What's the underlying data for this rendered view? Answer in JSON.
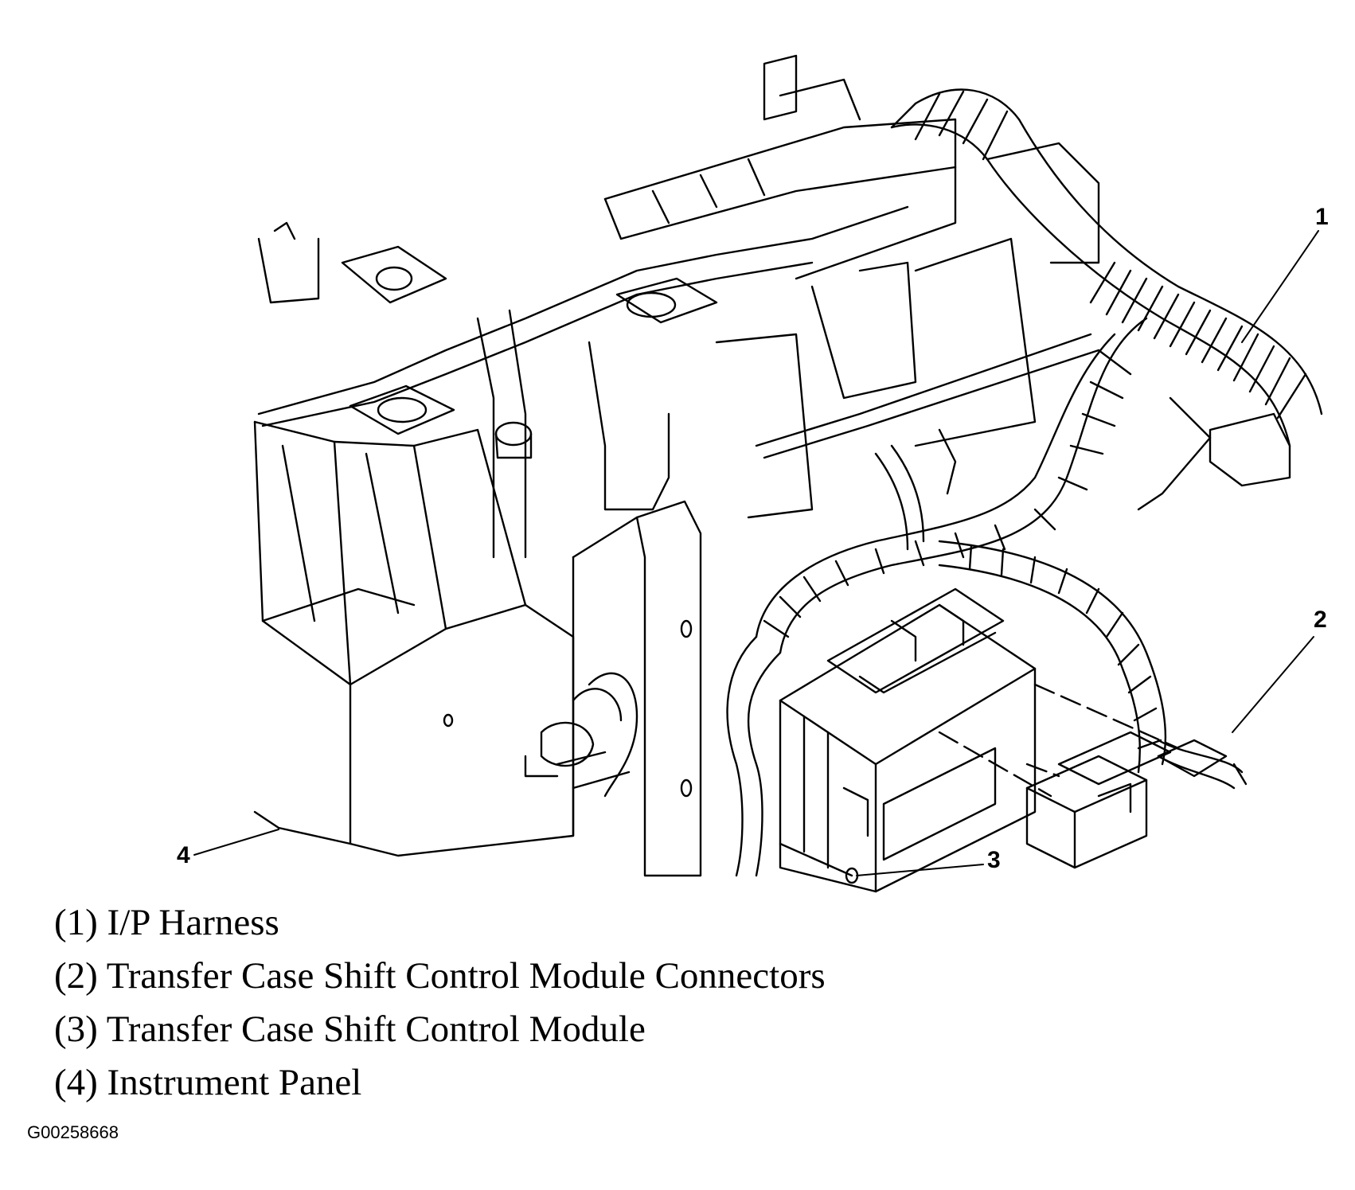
{
  "callouts": [
    "1",
    "2",
    "3",
    "4"
  ],
  "legend": [
    "(1) I/P Harness",
    "(2) Transfer Case Shift Control Module Connectors",
    "(3) Transfer Case Shift Control Module",
    "(4) Instrument Panel"
  ],
  "figure_id": "G00258668",
  "colors": {
    "line": "#000000",
    "background": "#ffffff"
  }
}
